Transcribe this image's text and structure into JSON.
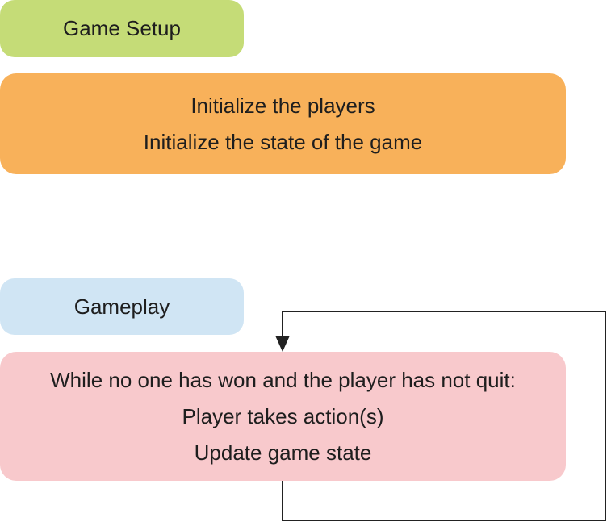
{
  "colors": {
    "setup_label_fill": "#c5dc77",
    "setup_steps_fill": "#f8b15a",
    "gameplay_label_fill": "#d0e5f4",
    "gameplay_loop_fill": "#f8c9cc",
    "arrow_stroke": "#222222"
  },
  "setup": {
    "label": "Game Setup",
    "steps": [
      "Initialize the players",
      "Initialize the state of the game"
    ]
  },
  "gameplay": {
    "label": "Gameplay",
    "loop_lines": [
      "While no one has won and the player has not quit:",
      "Player takes action(s)",
      "Update game state"
    ]
  }
}
